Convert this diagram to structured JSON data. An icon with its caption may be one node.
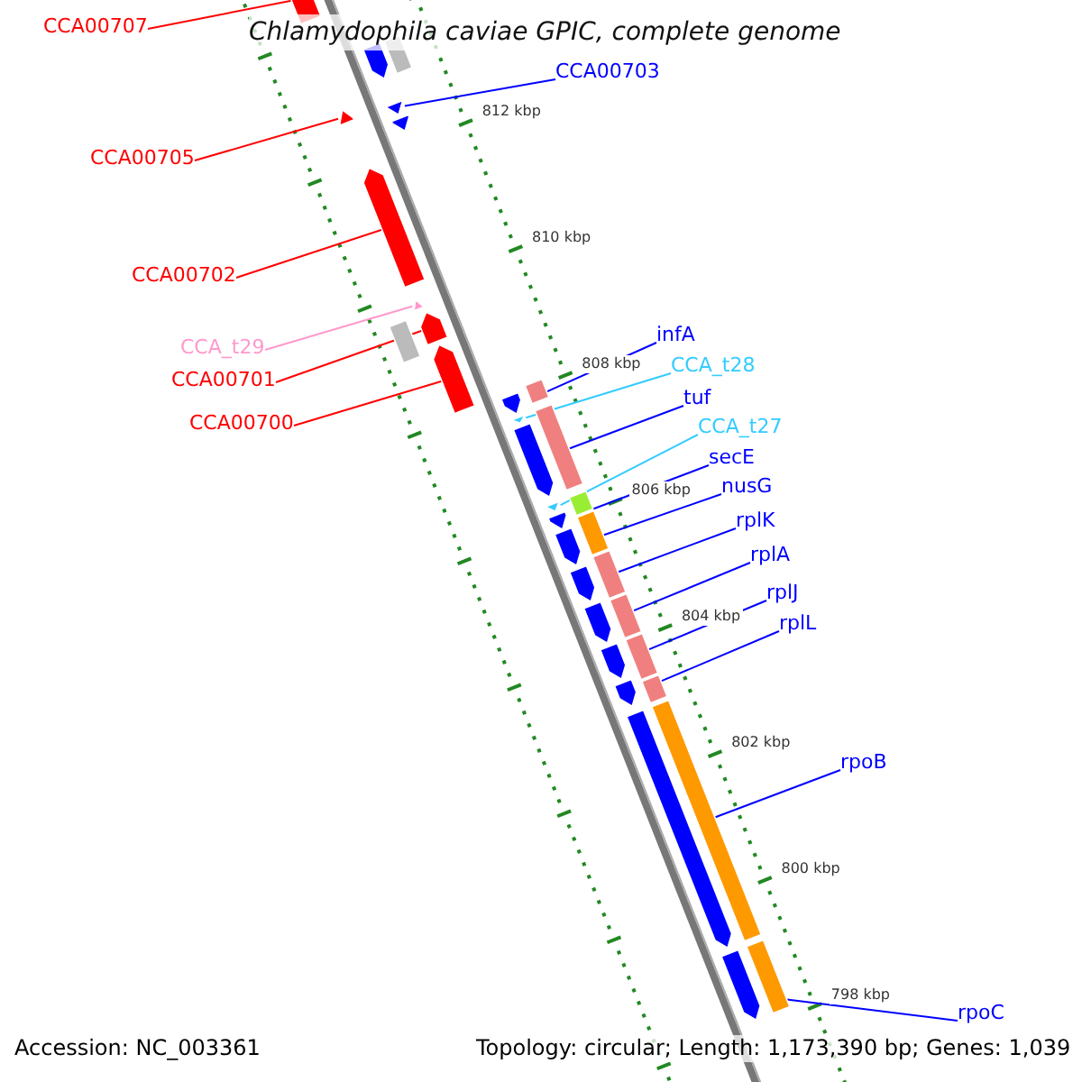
{
  "diagram": {
    "title": "Chlamydophila caviae GPIC, complete genome",
    "nodes": [
      {
        "text": [
          "CCA00707"
        ]
      },
      {
        "text": [],
        "shape": "arrow"
      },
      {
        "text": [
          "CCA00703"
        ]
      },
      {
        "text": [],
        "shape": "arrow"
      },
      {
        "text": [
          "CCA00705"
        ]
      },
      {
        "text": [],
        "shape": "arrow"
      },
      {
        "text": [
          "CCA00702"
        ]
      },
      {
        "text": [],
        "shape": "arrow"
      },
      {
        "text": [
          "infA"
        ]
      },
      {
        "text": [],
        "shape": "arrow"
      },
      {
        "text": [
          "CCA_t29"
        ]
      },
      {
        "text": [],
        "shape": "arrow"
      },
      {
        "text": [
          "CCA_t28"
        ]
      },
      {
        "text": [],
        "shape": "arrow"
      },
      {
        "text": [
          "CCA00701"
        ]
      },
      {
        "text": [],
        "shape": "arrow"
      },
      {
        "text": [
          "tuf"
        ]
      },
      {
        "text": [],
        "shape": "arrow"
      },
      {
        "text": [
          "CCA00700"
        ]
      },
      {
        "text": [],
        "shape": "arrow"
      },
      {
        "text": [
          "CCA_t27"
        ]
      },
      {
        "text": [],
        "shape": "arrow"
      },
      {
        "text": [
          "secE"
        ]
      },
      {
        "text": [],
        "shape": "arrow"
      },
      {
        "text": [
          "nusG"
        ]
      },
      {
        "text": [],
        "shape": "arrow"
      },
      {
        "text": [
          "rplK"
        ]
      },
      {
        "text": [],
        "shape": "arrow"
      },
      {
        "text": [
          "rplA"
        ]
      },
      {
        "text": [],
        "shape": "arrow"
      },
      {
        "text": [
          "rplJ"
        ]
      },
      {
        "text": [],
        "shape": "arrow"
      },
      {
        "text": [
          "rplL"
        ]
      },
      {
        "text": [],
        "shape": "arrow"
      },
      {
        "text": [
          "rpoB"
        ]
      },
      {
        "text": [],
        "shape": "arrow"
      },
      {
        "text": [
          "rpoC"
        ]
      },
      {
        "text": [],
        "shape": "arrow"
      },
      {
        "text": [],
        "shape": "arrow"
      },
      {
        "text": [],
        "shape": "box"
      },
      {
        "text": [],
        "shape": "box"
      }
    ],
    "edges": [
      {
        "from": 0,
        "to": 1,
        "arrow": "none",
        "color": "#ff0000"
      },
      {
        "from": 2,
        "to": 3,
        "arrow": "none"
      },
      {
        "from": 4,
        "to": 5,
        "arrow": "none",
        "color": "#ff0000"
      },
      {
        "from": 6,
        "to": 7,
        "arrow": "none",
        "color": "#ff0000"
      },
      {
        "from": 8,
        "to": 9,
        "arrow": "none"
      },
      {
        "from": 10,
        "to": 11,
        "arrow": "none",
        "color": "#ff99cc"
      },
      {
        "from": 12,
        "to": 13,
        "arrow": "none",
        "color": "#33ccff"
      },
      {
        "from": 14,
        "to": 15,
        "arrow": "none",
        "color": "#ff0000"
      },
      {
        "from": 16,
        "to": 17,
        "arrow": "none"
      },
      {
        "from": 18,
        "to": 19,
        "arrow": "none",
        "color": "#ff0000"
      },
      {
        "from": 20,
        "to": 21,
        "arrow": "none",
        "color": "#33ccff"
      },
      {
        "from": 22,
        "to": 23,
        "arrow": "none"
      },
      {
        "from": 24,
        "to": 25,
        "arrow": "none"
      },
      {
        "from": 26,
        "to": 27,
        "arrow": "none"
      },
      {
        "from": 28,
        "to": 29,
        "arrow": "none"
      },
      {
        "from": 30,
        "to": 31,
        "arrow": "none"
      },
      {
        "from": 32,
        "to": 33,
        "arrow": "none"
      },
      {
        "from": 34,
        "to": 35,
        "arrow": "none"
      },
      {
        "from": 36,
        "to": 37,
        "arrow": "none"
      }
    ],
    "labels": [
      "812 kbp",
      "810 kbp",
      "808 kbp",
      "806 kbp",
      "804 kbp",
      "802 kbp",
      "800 kbp",
      "798 kbp",
      "Accession: NC_003361",
      "Topology: circular; Length: 1,173,390 bp; Genes: 1,039"
    ]
  }
}
